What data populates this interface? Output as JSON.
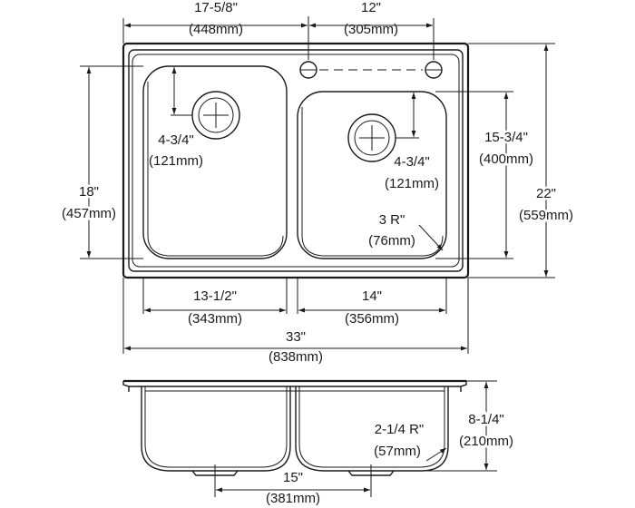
{
  "dimensions": {
    "top_left_width": {
      "imperial": "17-5/8\"",
      "metric": "(448mm)"
    },
    "top_right_width": {
      "imperial": "12\"",
      "metric": "(305mm)"
    },
    "left_drain_offset": {
      "imperial": "4-3/4\"",
      "metric": "(121mm)"
    },
    "right_drain_offset": {
      "imperial": "4-3/4\"",
      "metric": "(121mm)"
    },
    "left_bowl_length": {
      "imperial": "18\"",
      "metric": "(457mm)"
    },
    "right_bowl_length": {
      "imperial": "15-3/4\"",
      "metric": "(400mm)"
    },
    "overall_length": {
      "imperial": "22\"",
      "metric": "(559mm)"
    },
    "corner_radius": {
      "imperial": "3 R\"",
      "metric": "(76mm)"
    },
    "left_bowl_width": {
      "imperial": "13-1/2\"",
      "metric": "(343mm)"
    },
    "right_bowl_width": {
      "imperial": "14\"",
      "metric": "(356mm)"
    },
    "overall_width": {
      "imperial": "33\"",
      "metric": "(838mm)"
    },
    "bottom_radius": {
      "imperial": "2-1/4 R\"",
      "metric": "(57mm)"
    },
    "bowl_depth": {
      "imperial": "8-1/4\"",
      "metric": "(210mm)"
    },
    "drain_spacing": {
      "imperial": "15\"",
      "metric": "(381mm)"
    }
  },
  "colors": {
    "line": "#1a1a1a",
    "background": "#ffffff"
  }
}
